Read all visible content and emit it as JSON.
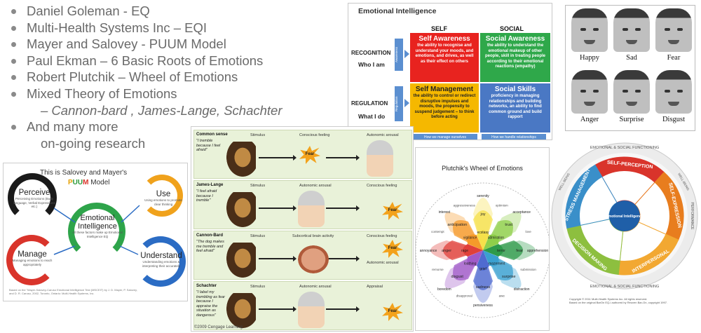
{
  "bullets": [
    {
      "text": "Daniel Goleman - EQ",
      "kind": "main"
    },
    {
      "text": "Multi-Health Systems Inc – EQI",
      "kind": "main"
    },
    {
      "text": "Mayer and Salovey - PUUM Model",
      "kind": "main"
    },
    {
      "text": "Paul Ekman – 6 Basic Roots of Emotions",
      "kind": "main"
    },
    {
      "text": "Robert Plutchik – Wheel of Emotions",
      "kind": "main"
    },
    {
      "text": "Mixed Theory of Emotions",
      "kind": "main"
    },
    {
      "text": "– Cannon-bard , James-Lange, Schachter",
      "kind": "sub"
    },
    {
      "text": "And many more",
      "kind": "main"
    },
    {
      "text": "on-going research",
      "kind": "cont"
    }
  ],
  "ei_matrix": {
    "title": "Emotional Intelligence",
    "col_self": "SELF",
    "col_social": "SOCIAL",
    "row1_label": "RECOGNITION",
    "row1_sub": "Who I am",
    "row2_label": "REGULATION",
    "row2_sub": "What I do",
    "side1": "Awareness",
    "side2": "Regulation",
    "cells": [
      {
        "head": "Self Awareness",
        "body": "the ability to recognise and understand your moods, and emotions, and drives, as well as their effect on others",
        "color": "#e8231f"
      },
      {
        "head": "Social Awareness",
        "body": "the ability to understand the emotional makeup of other people, skill in treating people according to their emotional reactions (empathy)",
        "color": "#2fa84a"
      },
      {
        "head": "Self Management",
        "body": "the ability to control or redirect disruptive impulses and moods, the propensity to suspend judgement – to think before acting",
        "color": "#f5b800"
      },
      {
        "head": "Social Skills",
        "body": "proficiency in managing relationships and building networks, an ability to find common ground and build rapport",
        "color": "#4a78c4"
      }
    ],
    "foot_self": "How we manage ourselves",
    "foot_social": "How we handle relationships"
  },
  "faces": [
    "Happy",
    "Sad",
    "Fear",
    "Anger",
    "Surprise",
    "Disgust"
  ],
  "puum": {
    "title_line1": "This is Salovey and Mayer's",
    "title_p": "P",
    "title_uu": "UU",
    "title_m": "M",
    "title_suffix": " Model",
    "perceive": "Perceive",
    "perceive_desc": "Perceiving Emotions (Body language, Verbal Expressions etc.)",
    "use": "Use",
    "use_desc": "Using emotions to promote clear thinking",
    "center": "Emotional Intelligence",
    "center_desc": "All these factors make up Emotional Intelligence EQ",
    "manage": "Manage",
    "manage_desc": "Managing emotions to reach appropriately",
    "understand": "Understand",
    "understand_desc": "Understanding emotions & interpreting their accurately",
    "footnote": "Based on the \"Mayer-Salovey-Caruso Emotional Intelligence Test (MSCEIT) by J. D. Mayer, P. Salovey, and D. R. Caruso, 2002, Toronto, Ontario: Multi-Health Systems, Inc."
  },
  "theories": {
    "rows": [
      {
        "name": "Common sense",
        "quote": "\"I tremble because I feel afraid\"",
        "stimulus": "Stimulus",
        "mid": "Conscious feeling",
        "end": "Autonomic arousal",
        "burst": "Fear"
      },
      {
        "name": "James-Lange",
        "quote": "\"I feel afraid because I tremble\"",
        "stimulus": "Stimulus",
        "mid": "Autonomic arousal",
        "end": "Conscious feeling",
        "burst": "Fear"
      },
      {
        "name": "Cannon-Bard",
        "quote": "\"The dog makes me tremble and feel afraid\"",
        "stimulus": "Stimulus",
        "mid": "Subcortical brain activity",
        "end": "Conscious feeling",
        "end2": "Autonomic arousal",
        "burst": "Fear"
      },
      {
        "name": "Schachter",
        "quote": "\"I label my trembling as fear because I appraise the situation as dangerous\"",
        "stimulus": "Stimulus",
        "mid": "Autonomic arousal",
        "end": "Appraisal",
        "burst": "Fear"
      }
    ],
    "copyright": "©2009 Cengage Learning"
  },
  "plutchik": {
    "title": "Plutchik's Wheel of Emotions",
    "inner": [
      "ecstasy",
      "admiration",
      "terror",
      "amazement",
      "grief",
      "loathing",
      "rage",
      "vigilance"
    ],
    "middle": [
      "joy",
      "trust",
      "fear",
      "surprise",
      "sadness",
      "disgust",
      "anger",
      "anticipation"
    ],
    "outer": [
      "serenity",
      "acceptance",
      "apprehension",
      "distraction",
      "pensiveness",
      "boredom",
      "annoyance",
      "interest"
    ],
    "dyads": [
      "optimism",
      "love",
      "submission",
      "awe",
      "disapproval",
      "remorse",
      "contempt",
      "aggressiveness"
    ],
    "petal_colors": [
      "#f6e04a",
      "#8fcf4a",
      "#2e9a4a",
      "#3aa0d0",
      "#4f6bd0",
      "#a05ac8",
      "#e0403a",
      "#f59a2a"
    ]
  },
  "eqi": {
    "center": "Emotional Intelligence",
    "sectors": [
      "SELF-PERCEPTION",
      "SELF-EXPRESSION",
      "INTERPERSONAL",
      "DECISION MAKING",
      "STRESS MANAGEMENT"
    ],
    "outer_top": "EMOTIONAL & SOCIAL FUNCTIONING",
    "outer_bottom": "EMOTIONAL & SOCIAL FUNCTIONING",
    "outer_right": "PERFORMANCE",
    "well_being": "WELL-BEING",
    "sector_colors": [
      "#d9342b",
      "#e87d1e",
      "#f2a832",
      "#8dbf3f",
      "#3a8fc9"
    ],
    "copyright_1": "Copyright © 2011 Multi-Health Systems Inc. All rights reserved.",
    "copyright_2": "Based on the original BarOn EQ-i authored by Reuven Bar-On, copyright 1997."
  }
}
